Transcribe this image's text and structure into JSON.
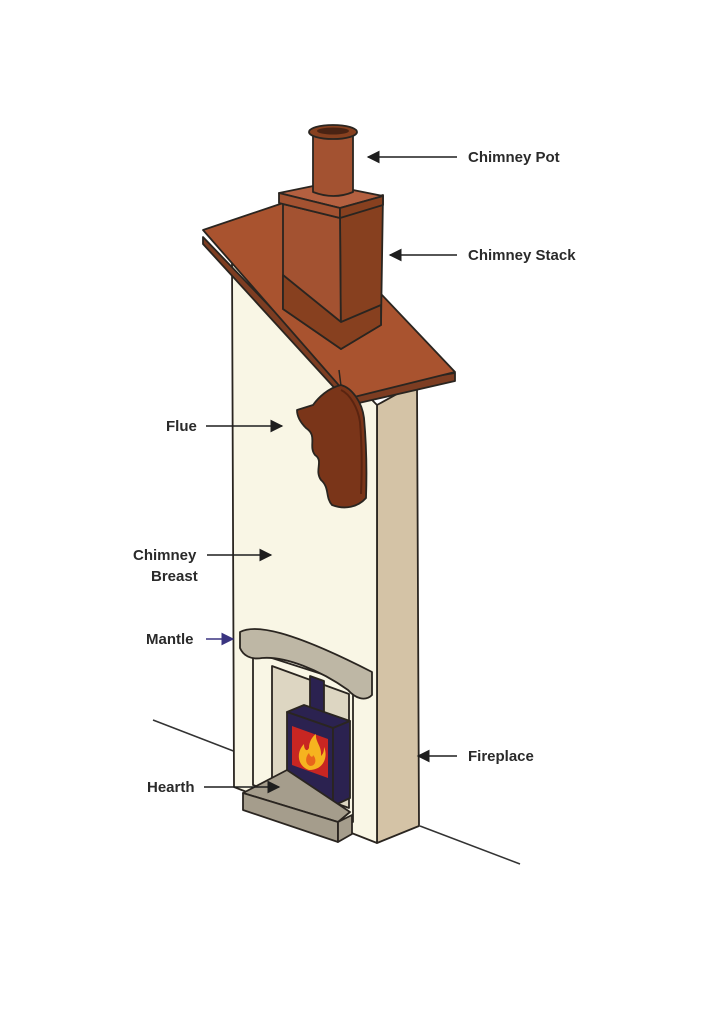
{
  "colors": {
    "wall_front": "#f9f6e5",
    "wall_side": "#d4c3a6",
    "roof": "#a9532f",
    "roof_dark": "#7d3d22",
    "stack_front": "#a35231",
    "stack_side": "#87401f",
    "stack_top": "#b46040",
    "flue": "#7a3519",
    "mantle": "#beb7a5",
    "hearth": "#a59d8c",
    "opening": "#ddd6c2",
    "stove": "#2b2250",
    "stove_window": "#c82622",
    "flame": "#f6b41f",
    "mantle_arrow": "#3a3480"
  },
  "labels": {
    "chimney_pot": "Chimney Pot",
    "chimney_stack": "Chimney Stack",
    "flue": "Flue",
    "chimney_breast_line1": "Chimney",
    "chimney_breast_line2": "Breast",
    "mantle": "Mantle",
    "fireplace": "Fireplace",
    "hearth": "Hearth"
  }
}
